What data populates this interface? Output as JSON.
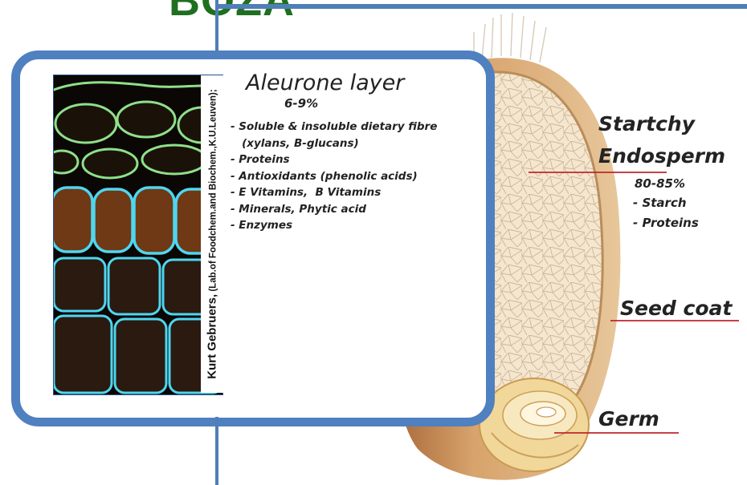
{
  "title": "BOZA",
  "photo_credit": {
    "author": "Kurt Gebruers,",
    "affiliation": "(Lab.of Foodchem.and Biochem.,K.U.Leuven);"
  },
  "aleurone": {
    "title": "Aleurone layer",
    "percent": "6-9%",
    "items": [
      "- Soluble & insoluble dietary fibre",
      "   (xylans, B-glucans)",
      "- Proteins",
      "- Antioxidants (phenolic acids)",
      "- E Vitamins,  B Vitamins",
      "- Minerals, Phytic acid",
      "- Enzymes"
    ]
  },
  "endosperm": {
    "line1": "Startchy",
    "line2": "Endosperm",
    "percent": "80-85%",
    "items": [
      "- Starch",
      "- Proteins"
    ]
  },
  "seed_coat": "Seed coat",
  "germ": "Germ",
  "colors": {
    "title": "#1f6f1f",
    "frame": "#4f80c0",
    "leader": "#c0262c",
    "cell_cyan": "#4fd6f0",
    "cell_green": "#8fe08a",
    "grain": "#c68e55"
  }
}
